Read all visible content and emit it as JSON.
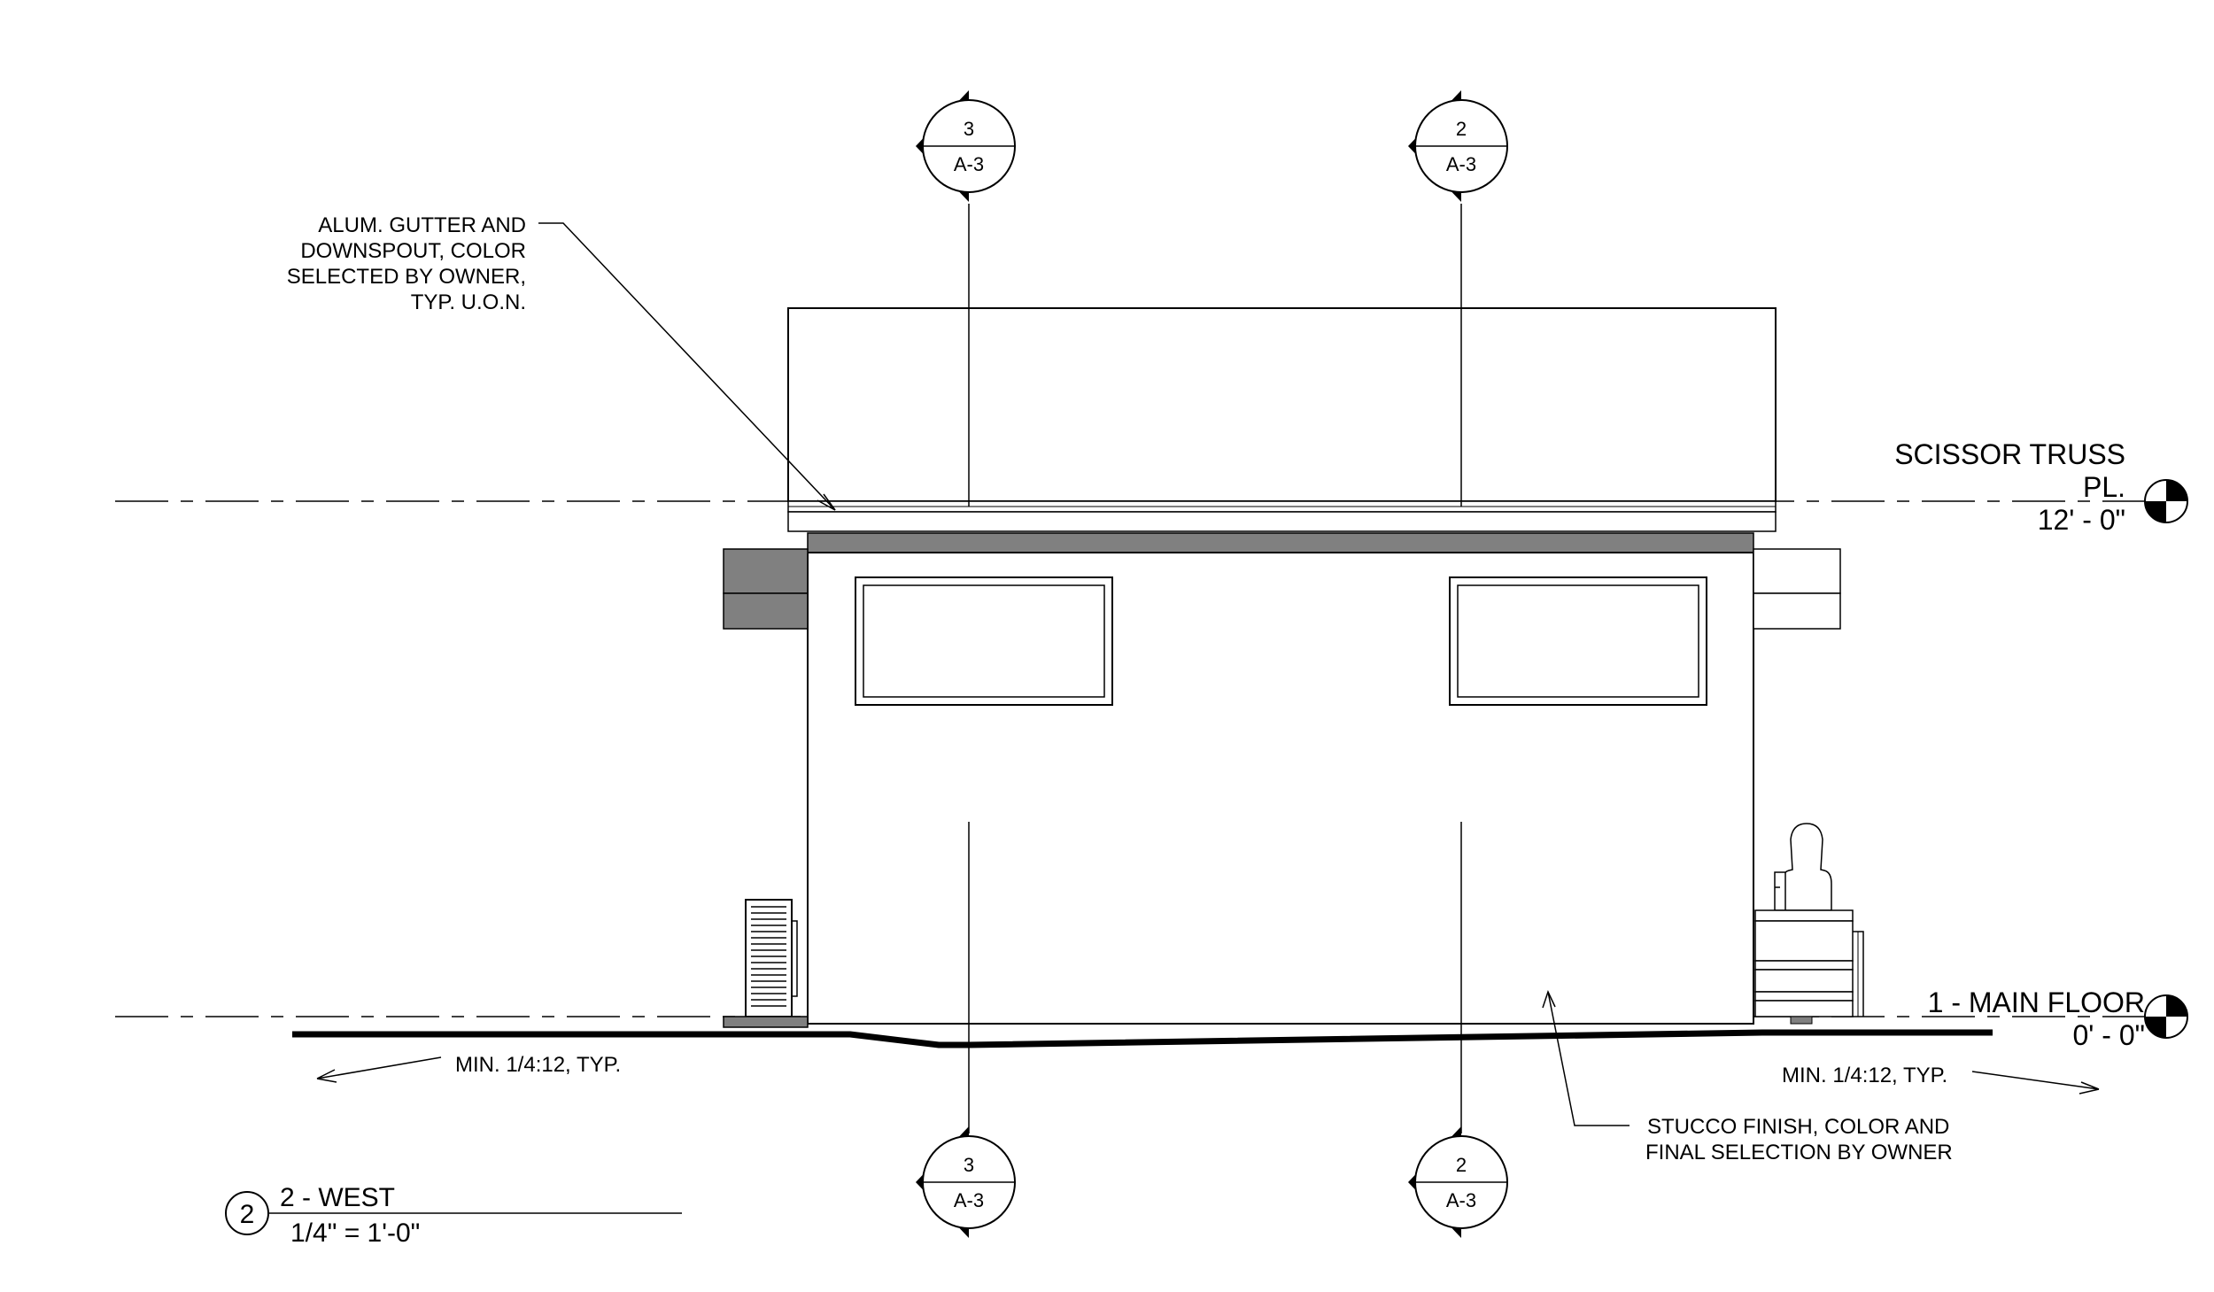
{
  "notes": {
    "gutter": [
      "ALUM. GUTTER AND",
      "DOWNSPOUT, COLOR",
      "SELECTED BY OWNER,",
      "TYP. U.O.N."
    ],
    "stucco": [
      "STUCCO FINISH, COLOR AND",
      "FINAL SELECTION BY OWNER"
    ],
    "slope_left": "MIN. 1/4:12, TYP.",
    "slope_right": "MIN. 1/4:12, TYP."
  },
  "levels": {
    "truss": {
      "name_line1": "SCISSOR TRUSS",
      "name_line2": "PL.",
      "elevation": "12' - 0\""
    },
    "main": {
      "name": "1 - MAIN FLOOR",
      "elevation": "0' - 0\""
    }
  },
  "section_markers": {
    "top_left": {
      "number": "3",
      "sheet": "A-3"
    },
    "top_right": {
      "number": "2",
      "sheet": "A-3"
    },
    "bottom_left": {
      "number": "3",
      "sheet": "A-3"
    },
    "bottom_right": {
      "number": "2",
      "sheet": "A-3"
    }
  },
  "view_title": {
    "number": "2",
    "name": "2 - WEST",
    "scale": "1/4\" = 1'-0\""
  },
  "colors": {
    "line": "#000000",
    "fascia_fill": "#808080",
    "background": "#ffffff"
  }
}
